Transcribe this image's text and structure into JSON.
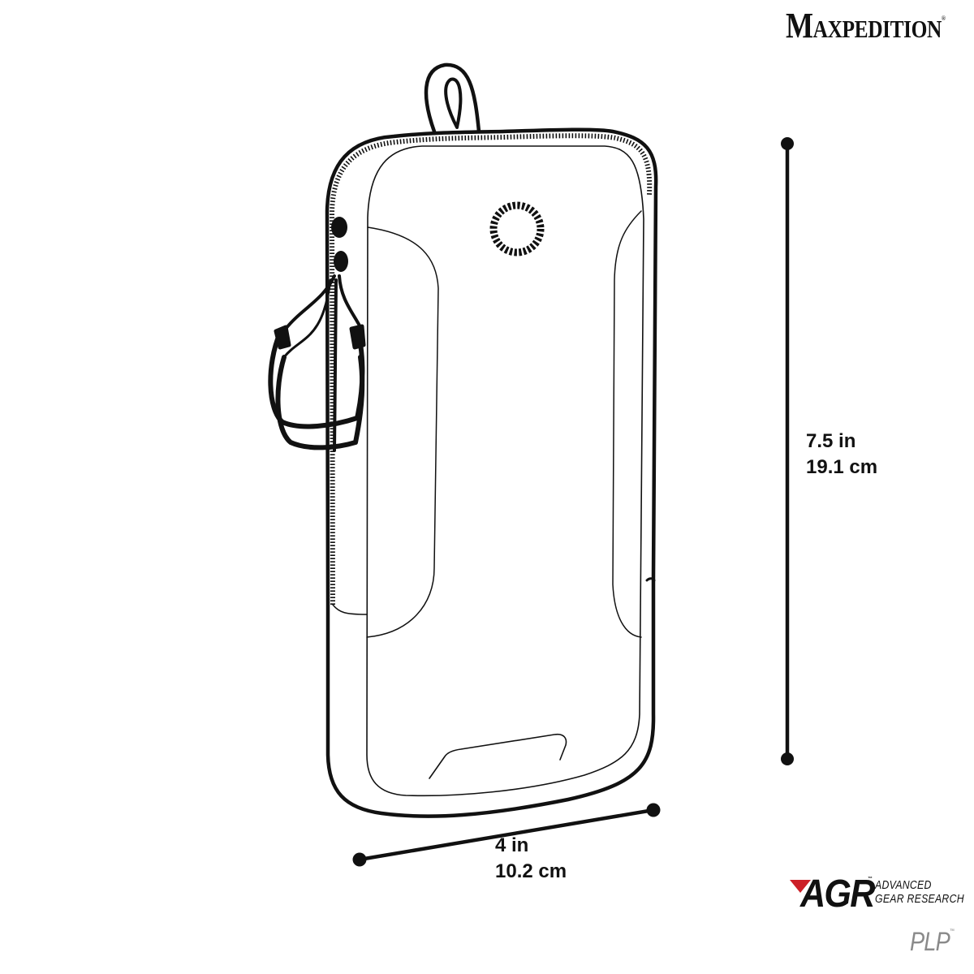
{
  "brand": {
    "name": "MAXPEDITION",
    "first_letter": "M",
    "rest": "AXPEDITION",
    "registered_mark": "®"
  },
  "product": {
    "code": "PLP",
    "trademark": "™",
    "line": {
      "mark": "AGR",
      "trademark": "™",
      "full_name_line1": "Advanced",
      "full_name_line2": "Gear Research",
      "accent_color": "#cc1f27"
    }
  },
  "dimensions": {
    "height": {
      "imperial": "7.5 in",
      "metric": "19.1 cm"
    },
    "width": {
      "imperial": "4 in",
      "metric": "10.2 cm"
    }
  },
  "illustration": {
    "subject": "pouch-line-drawing",
    "features": [
      "hang-loop",
      "zipper",
      "zipper-pulls",
      "velcro-dot-circle",
      "side-panels",
      "bottom-tab"
    ],
    "stroke_color": "#111111",
    "background_color": "#ffffff"
  }
}
